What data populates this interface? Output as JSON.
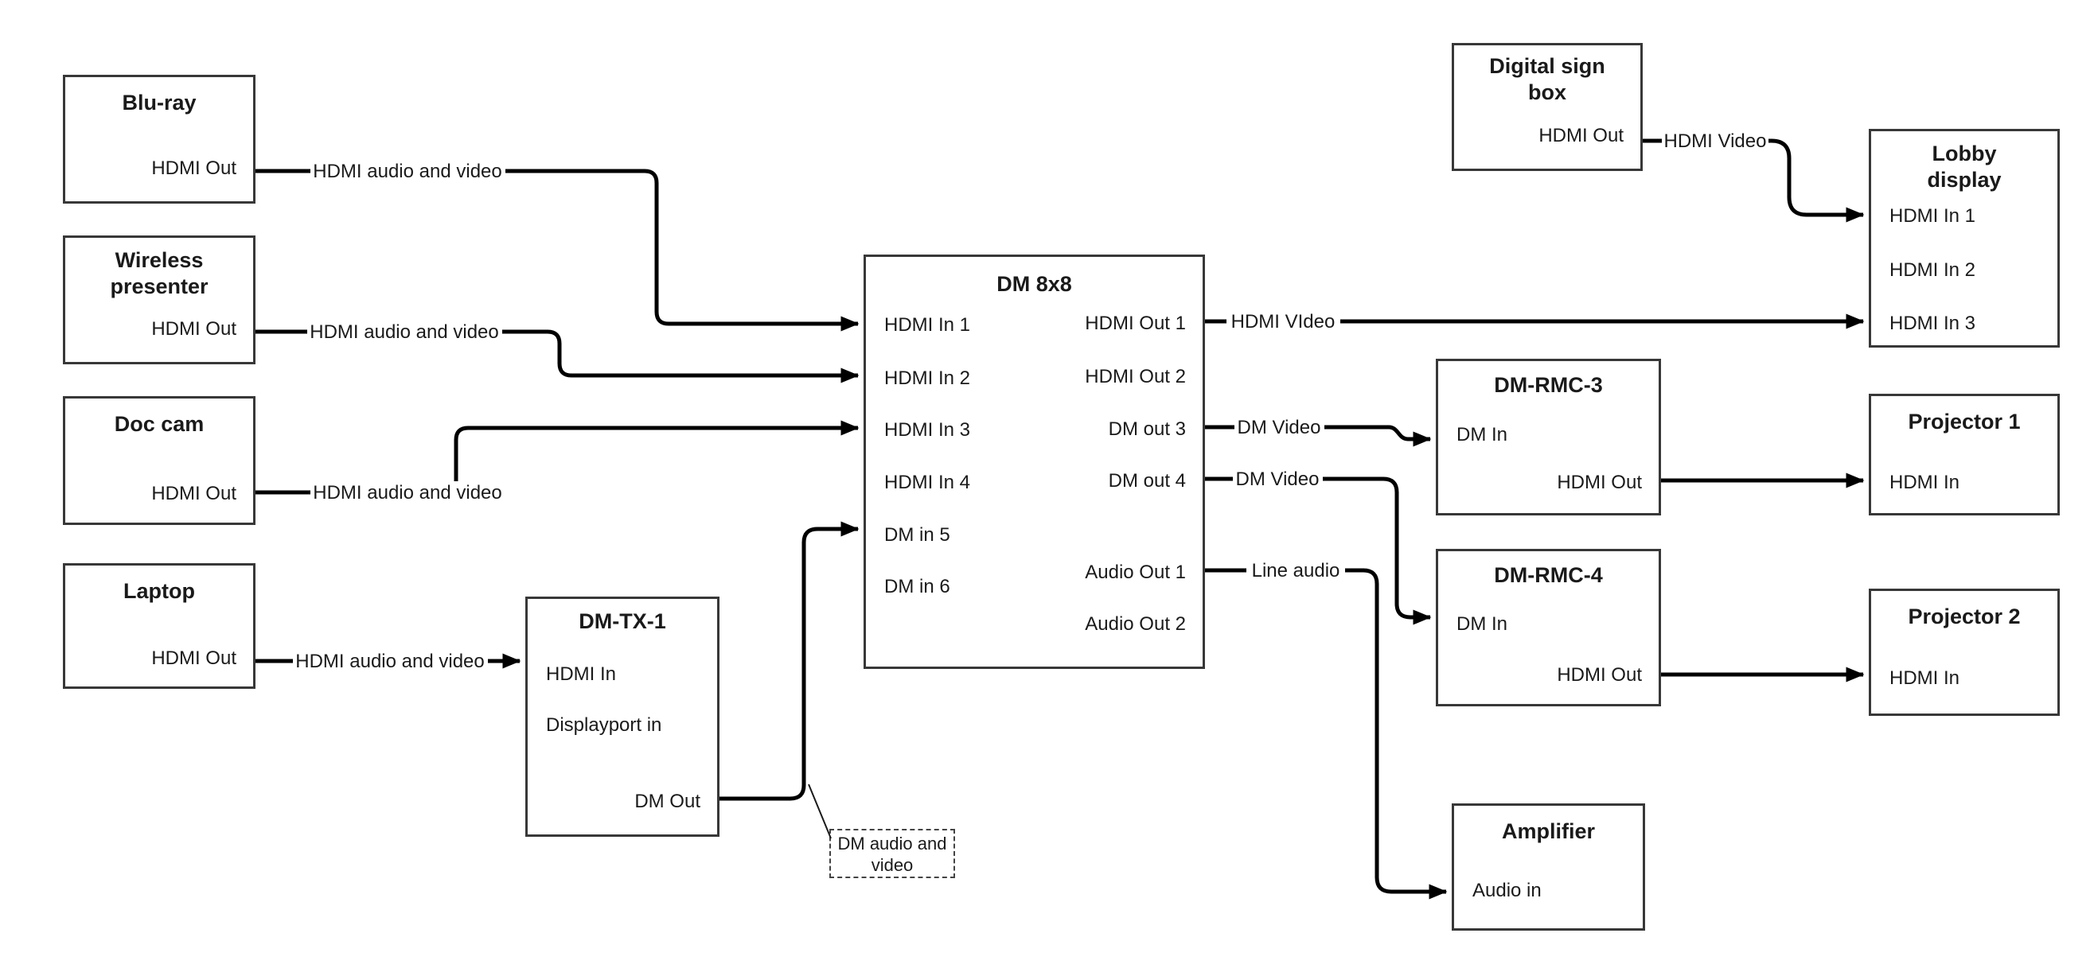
{
  "nodes": {
    "bluray": {
      "title": "Blu-ray",
      "port": "HDMI Out"
    },
    "wireless": {
      "title": "Wireless presenter",
      "port": "HDMI Out"
    },
    "doccam": {
      "title": "Doc cam",
      "port": "HDMI Out"
    },
    "laptop": {
      "title": "Laptop",
      "port": "HDMI Out"
    },
    "dmtx1": {
      "title": "DM-TX-1",
      "ports": [
        "HDMI In",
        "Displayport in",
        "DM Out"
      ]
    },
    "dm8x8": {
      "title": "DM 8x8",
      "inputs": [
        "HDMI In 1",
        "HDMI In 2",
        "HDMI In 3",
        "HDMI In 4",
        "DM in 5",
        "DM in 6"
      ],
      "outputs": [
        "HDMI Out 1",
        "HDMI Out 2",
        "DM out 3",
        "DM out 4",
        "Audio Out 1",
        "Audio Out 2"
      ]
    },
    "digitalsign": {
      "title": "Digital sign box",
      "port": "HDMI Out"
    },
    "lobby": {
      "title": "Lobby display",
      "ports": [
        "HDMI In 1",
        "HDMI In 2",
        "HDMI In 3"
      ]
    },
    "dmrmc3": {
      "title": "DM-RMC-3",
      "ports": [
        "DM In",
        "HDMI Out"
      ]
    },
    "proj1": {
      "title": "Projector 1",
      "port": "HDMI In"
    },
    "dmrmc4": {
      "title": "DM-RMC-4",
      "ports": [
        "DM In",
        "HDMI Out"
      ]
    },
    "proj2": {
      "title": "Projector 2",
      "port": "HDMI In"
    },
    "amp": {
      "title": "Amplifier",
      "port": "Audio in"
    }
  },
  "labels": {
    "bluray": "HDMI audio and video",
    "wireless": "HDMI audio and video",
    "doccam": "HDMI audio and video",
    "laptop": "HDMI audio and video",
    "lobby_feed": "HDMI VIdeo",
    "dm_video_3": "DM Video",
    "dm_video_4": "DM Video",
    "line_audio": "Line audio",
    "sign_video": "HDMI Video",
    "callout": "DM audio and video"
  },
  "colors": {
    "wire": "#000000",
    "border": "#383838",
    "text": "#1a1a1a"
  }
}
